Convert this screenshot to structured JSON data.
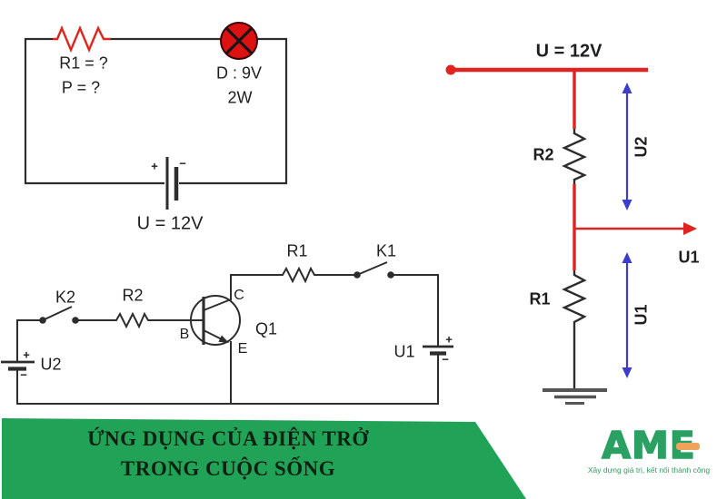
{
  "colors": {
    "wire": "#2d2d2d",
    "accent_red": "#e02320",
    "lamp_fill": "#dc1111",
    "arrow_blue": "#3c3ccd",
    "banner_green": "#20a356",
    "banner_text": "#0d2013",
    "logo_green": "#2aa163",
    "logo_orange": "#eea25a"
  },
  "lamp_circuit": {
    "r1_label": "R1 = ?",
    "p_label": "P = ?",
    "lamp_line1": "D : 9V",
    "lamp_line2": "2W",
    "battery_label": "U = 12V",
    "plus": "+",
    "minus": "−"
  },
  "transistor_circuit": {
    "k2": "K2",
    "r2": "R2",
    "b": "B",
    "c": "C",
    "e": "E",
    "q1": "Q1",
    "r1": "R1",
    "k1": "K1",
    "u1": "U1",
    "u2": "U2",
    "plus": "+",
    "minus": "−"
  },
  "divider_circuit": {
    "supply": "U = 12V",
    "r2": "R2",
    "r1": "R1",
    "u2_span": "U2",
    "u1_span": "U1",
    "u1_out": "U1"
  },
  "banner": {
    "line1": "ỨNG DỤNG CỦA ĐIỆN TRỞ",
    "line2": "TRONG CUỘC SỐNG"
  },
  "logo": {
    "brand": "AME",
    "tagline": "Xây dựng giá trị, kết nối thành công"
  }
}
